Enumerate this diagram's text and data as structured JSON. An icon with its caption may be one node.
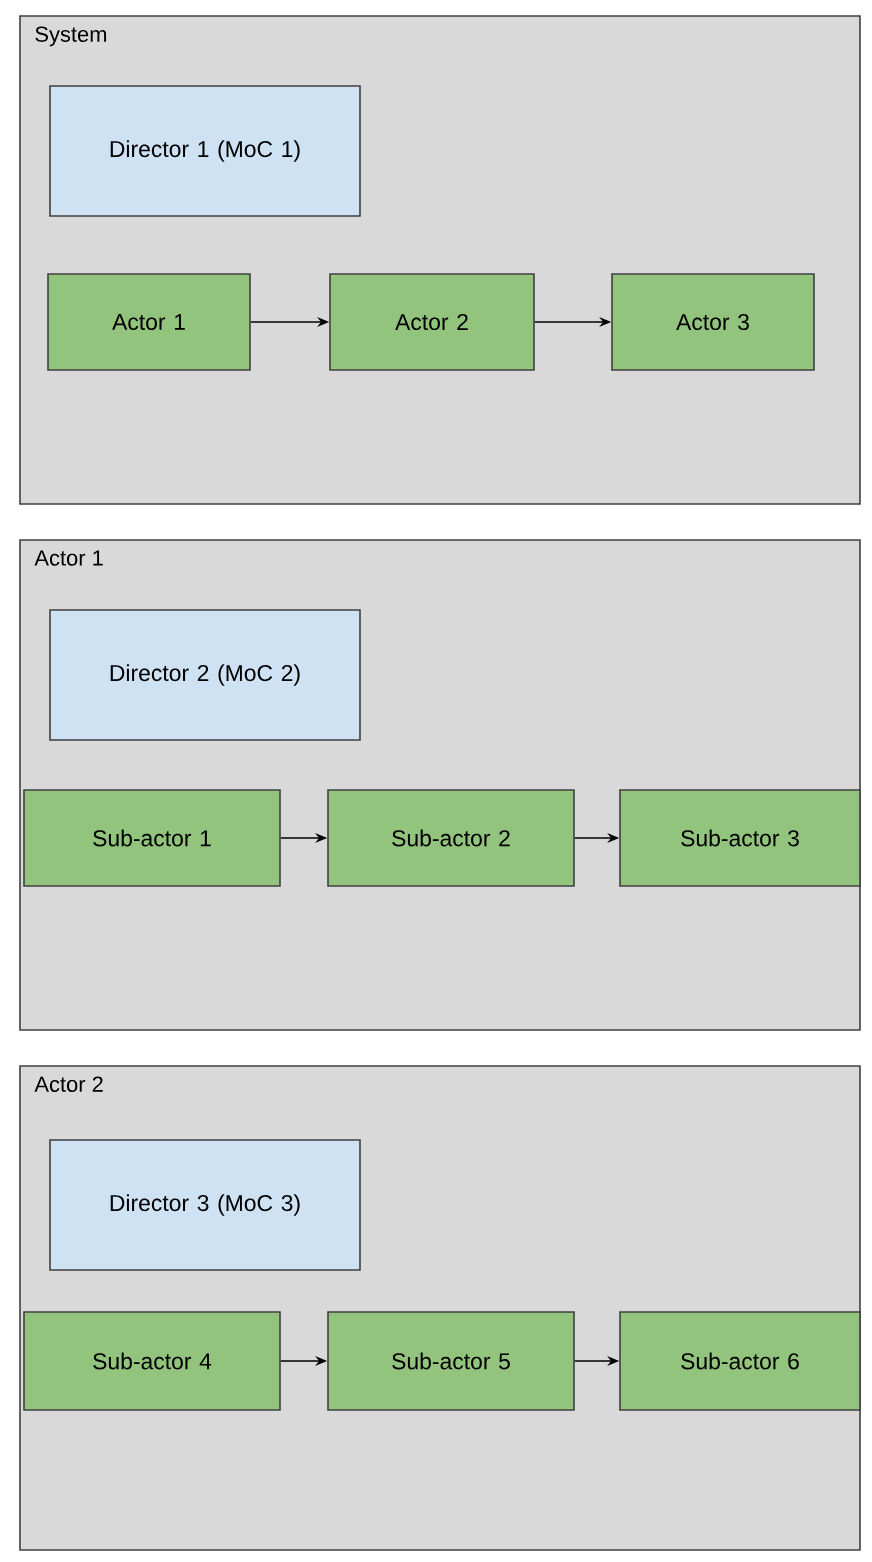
{
  "diagram": {
    "nodes": [
      {
        "text": [
          "System"
        ]
      },
      {
        "text": [
          "Director 1 (MoC 1)"
        ],
        "in": 0
      },
      {
        "text": [
          "Actor 1"
        ],
        "in": 0
      },
      {
        "text": [
          "Actor 2"
        ],
        "in": 0
      },
      {
        "text": [
          "Actor 3"
        ],
        "in": 0
      },
      {
        "text": [
          "Actor 1"
        ]
      },
      {
        "text": [
          "Director 2 (MoC 2)"
        ],
        "in": 5
      },
      {
        "text": [
          "Sub-actor 1"
        ],
        "in": 5
      },
      {
        "text": [
          "Sub-actor 2"
        ],
        "in": 5
      },
      {
        "text": [
          "Sub-actor 3"
        ],
        "in": 5
      },
      {
        "text": [
          "Actor 2"
        ]
      },
      {
        "text": [
          "Director 3 (MoC 3)"
        ],
        "in": 10
      },
      {
        "text": [
          "Sub-actor 4"
        ],
        "in": 10
      },
      {
        "text": [
          "Sub-actor 5"
        ],
        "in": 10
      },
      {
        "text": [
          "Sub-actor 6"
        ],
        "in": 10
      }
    ],
    "edges": [
      {
        "from": 2,
        "to": 3,
        "arrow": "to"
      },
      {
        "from": 3,
        "to": 4,
        "arrow": "to"
      },
      {
        "from": 7,
        "to": 8,
        "arrow": "to"
      },
      {
        "from": 8,
        "to": 9,
        "arrow": "to"
      },
      {
        "from": 12,
        "to": 13,
        "arrow": "to"
      },
      {
        "from": 13,
        "to": 14,
        "arrow": "to"
      }
    ]
  }
}
